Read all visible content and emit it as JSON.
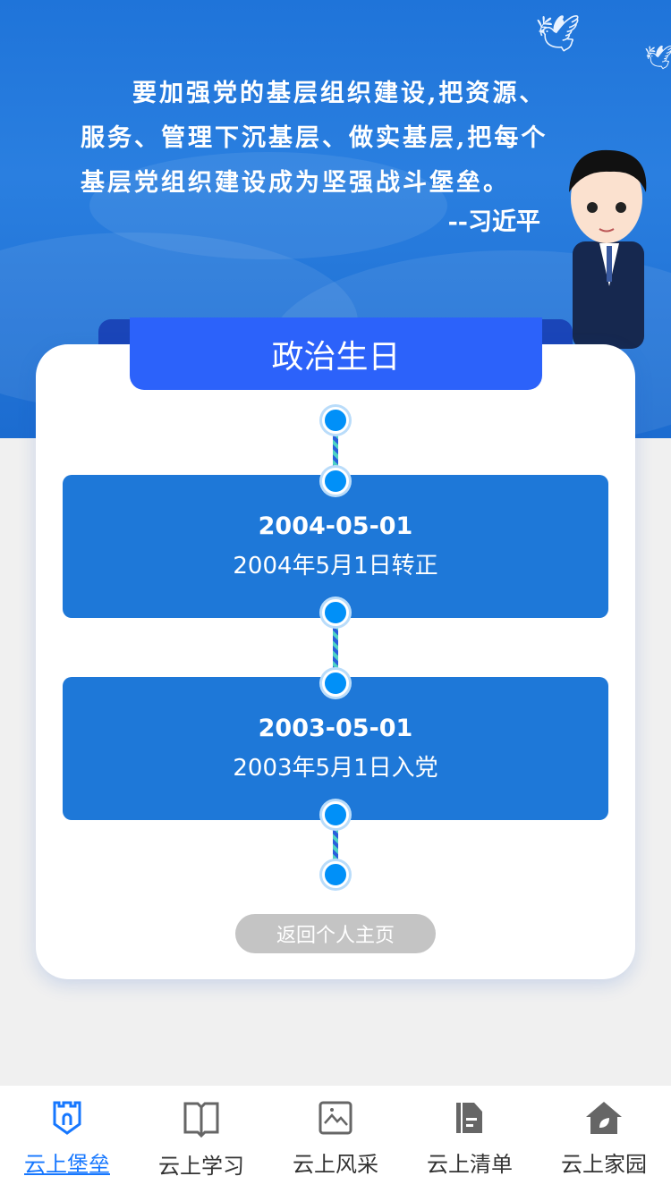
{
  "banner": {
    "quote": "要加强党的基层组织建设,把资源、服务、管理下沉基层、做实基层,把每个基层党组织建设成为坚强战斗堡垒。",
    "author": "--习近平"
  },
  "card": {
    "title": "政治生日",
    "events": [
      {
        "date": "2004-05-01",
        "text": "2004年5月1日转正"
      },
      {
        "date": "2003-05-01",
        "text": "2003年5月1日入党"
      }
    ],
    "back_label": "返回个人主页"
  },
  "tabbar": {
    "items": [
      {
        "label": "云上堡垒",
        "icon": "fortress-icon",
        "active": true
      },
      {
        "label": "云上学习",
        "icon": "book-icon"
      },
      {
        "label": "云上风采",
        "icon": "image-icon"
      },
      {
        "label": "云上清单",
        "icon": "document-icon"
      },
      {
        "label": "云上家园",
        "icon": "home-icon"
      }
    ]
  },
  "colors": {
    "primary": "#1e78d8",
    "title": "#2c62fa",
    "active": "#1677ff"
  }
}
